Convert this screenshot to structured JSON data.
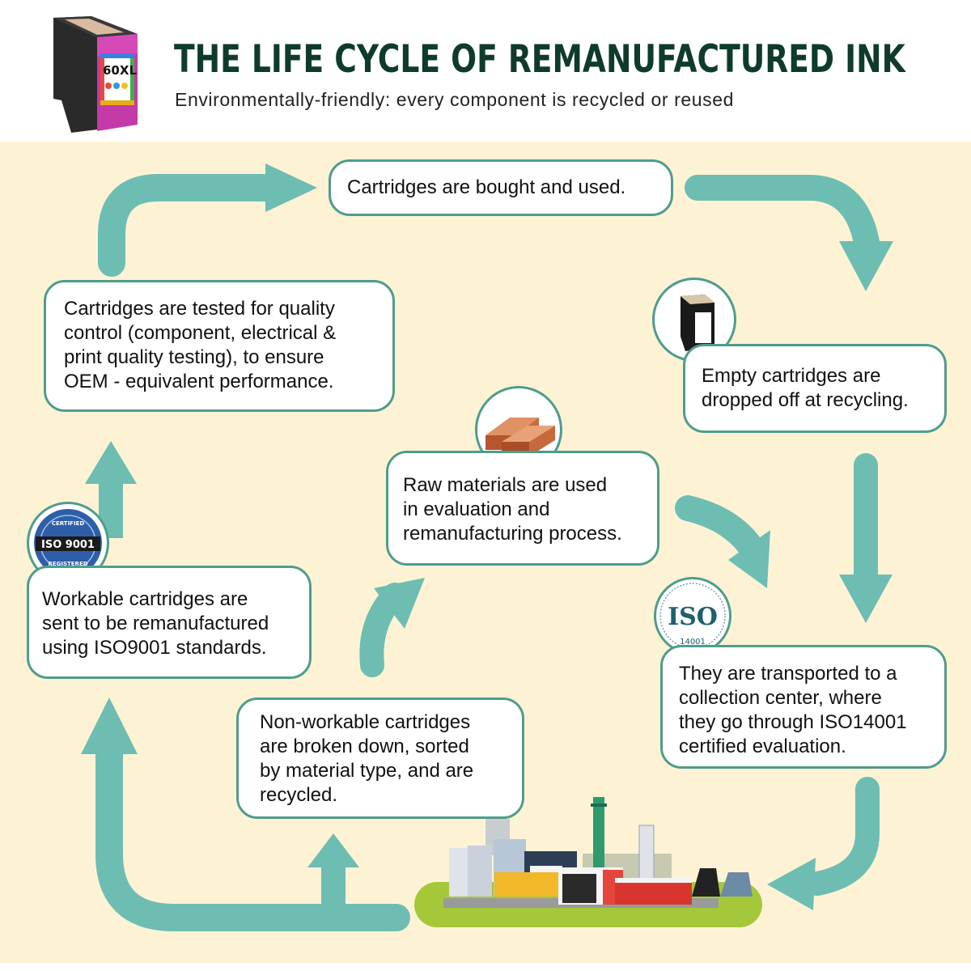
{
  "header": {
    "title": "THE LIFE CYCLE OF REMANUFACTURED INK",
    "subtitle": "Environmentally-friendly: every component is recycled or reused",
    "product_label": "60XL"
  },
  "steps": [
    {
      "id": "bought",
      "text": "Cartridges are bought and used."
    },
    {
      "id": "dropped",
      "text": "Empty cartridges are\ndropped off at recycling."
    },
    {
      "id": "transported",
      "text": "They are transported to a\ncollection center, where\nthey go through ISO14001\ncertified evaluation."
    },
    {
      "id": "non-workable",
      "text": "Non-workable cartridges\nare broken down, sorted\nby material type, and are\nrecycled."
    },
    {
      "id": "raw-materials",
      "text": "Raw materials are used\nin evaluation and\nremanufacturing process."
    },
    {
      "id": "workable",
      "text": "Workable cartridges are\nsent to be remanufactured\nusing ISO9001 standards."
    },
    {
      "id": "tested",
      "text": "Cartridges are tested for quality\ncontrol (component, electrical &\nprint quality testing), to ensure\nOEM - equivalent performance."
    }
  ],
  "badges": {
    "iso9001": {
      "top": "CERTIFIED",
      "main": "ISO 9001",
      "bottom": "REGISTERED"
    },
    "iso14001": {
      "main": "ISO",
      "sub": "14001"
    }
  },
  "colors": {
    "title": "#0e3b2c",
    "arrow": "#6dbdb3",
    "box_border": "#4f9c8c",
    "background": "#fdf3d4"
  }
}
